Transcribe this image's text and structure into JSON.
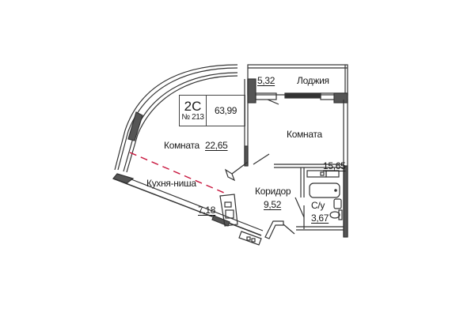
{
  "apartment": {
    "type": "2С",
    "number": "№ 213",
    "total_area": "63,99"
  },
  "rooms": [
    {
      "name": "Комната",
      "area": "22,65"
    },
    {
      "name": "Лоджия",
      "area": "5,32"
    },
    {
      "name": "Комната",
      "area": "15,65"
    },
    {
      "name": "Кухня-ниша",
      "area": "7,18"
    },
    {
      "name": "Коридор",
      "area": "9,52"
    },
    {
      "name": "С/у",
      "area": "3,67"
    }
  ],
  "colors": {
    "wall": "#333333",
    "wall_dark": "#555555",
    "kitchen_divider": "#c8143c",
    "text": "#1a1a1a"
  }
}
